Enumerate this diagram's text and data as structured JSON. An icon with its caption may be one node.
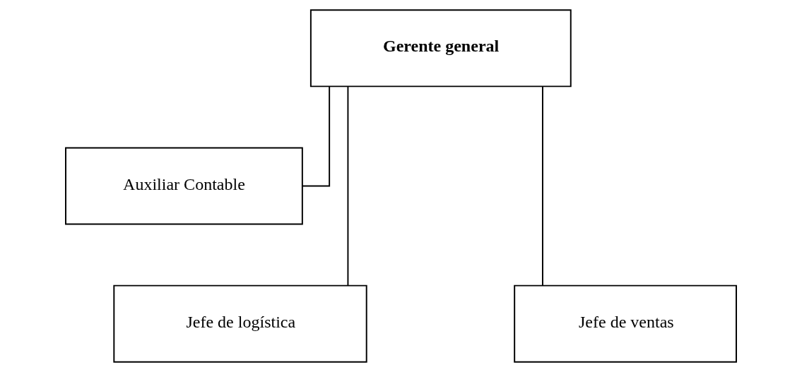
{
  "diagram": {
    "nodes": [
      {
        "text": [
          "Gerente general"
        ]
      },
      {
        "text": [
          "Auxiliar Contable"
        ]
      },
      {
        "text": [
          "Jefe de logística"
        ]
      },
      {
        "text": [
          "Jefe de ventas"
        ]
      }
    ],
    "edges": [
      {
        "from": 0,
        "to": 1,
        "arrow": "none"
      },
      {
        "from": 0,
        "to": 2,
        "arrow": "none"
      },
      {
        "from": 0,
        "to": 3,
        "arrow": "none"
      }
    ]
  }
}
